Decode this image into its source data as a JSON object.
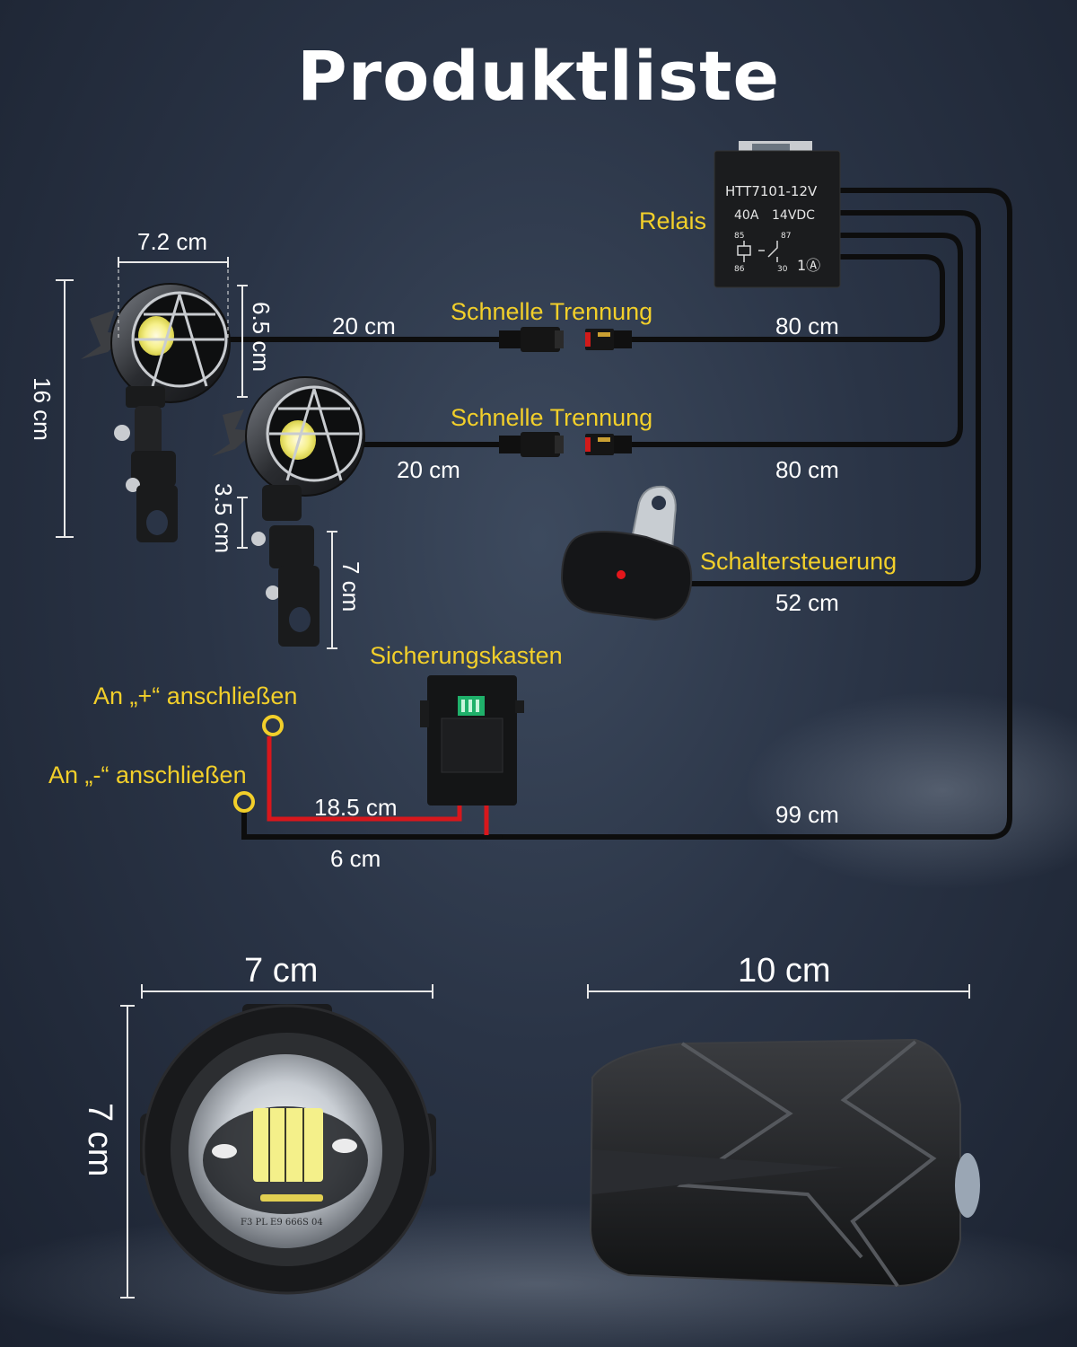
{
  "title": "Produktliste",
  "relay": {
    "label": "Relais",
    "model": "HTT7101-12V",
    "rating_a": "40A",
    "rating_v": "14VDC",
    "pin_85": "85",
    "pin_87": "87",
    "pin_86": "86",
    "pin_30": "30",
    "circuit_mark": "1Ⓐ"
  },
  "connectors": {
    "quick_disconnect_1": "Schnelle Trennung",
    "quick_disconnect_2": "Schnelle Trennung"
  },
  "switch_label": "Schaltersteuerung",
  "fuse_label": "Sicherungskasten",
  "terminals": {
    "positive": "An „+“ anschließen",
    "negative": "An „-“ anschließen"
  },
  "cable_lengths": {
    "lamp1_short": "20 cm",
    "lamp1_long": "80 cm",
    "lamp2_short": "20 cm",
    "lamp2_long": "80 cm",
    "switch": "52 cm",
    "main": "99 cm",
    "red_wire": "18.5 cm",
    "black_wire": "6 cm"
  },
  "lamp_dimensions": {
    "width": "7.2 cm",
    "head_height": "6.5 cm",
    "total_height": "16 cm",
    "bracket_gap": "3.5 cm",
    "bracket_height": "7 cm"
  },
  "front_view": {
    "width": "7 cm",
    "height": "7 cm",
    "lens_marks": "F3  PL   E9  666S   04"
  },
  "side_view": {
    "length": "10 cm"
  },
  "colors": {
    "accent_yellow": "#f2cf2a",
    "wire_red": "#d8171c",
    "wire_black": "#0d0d0d"
  }
}
